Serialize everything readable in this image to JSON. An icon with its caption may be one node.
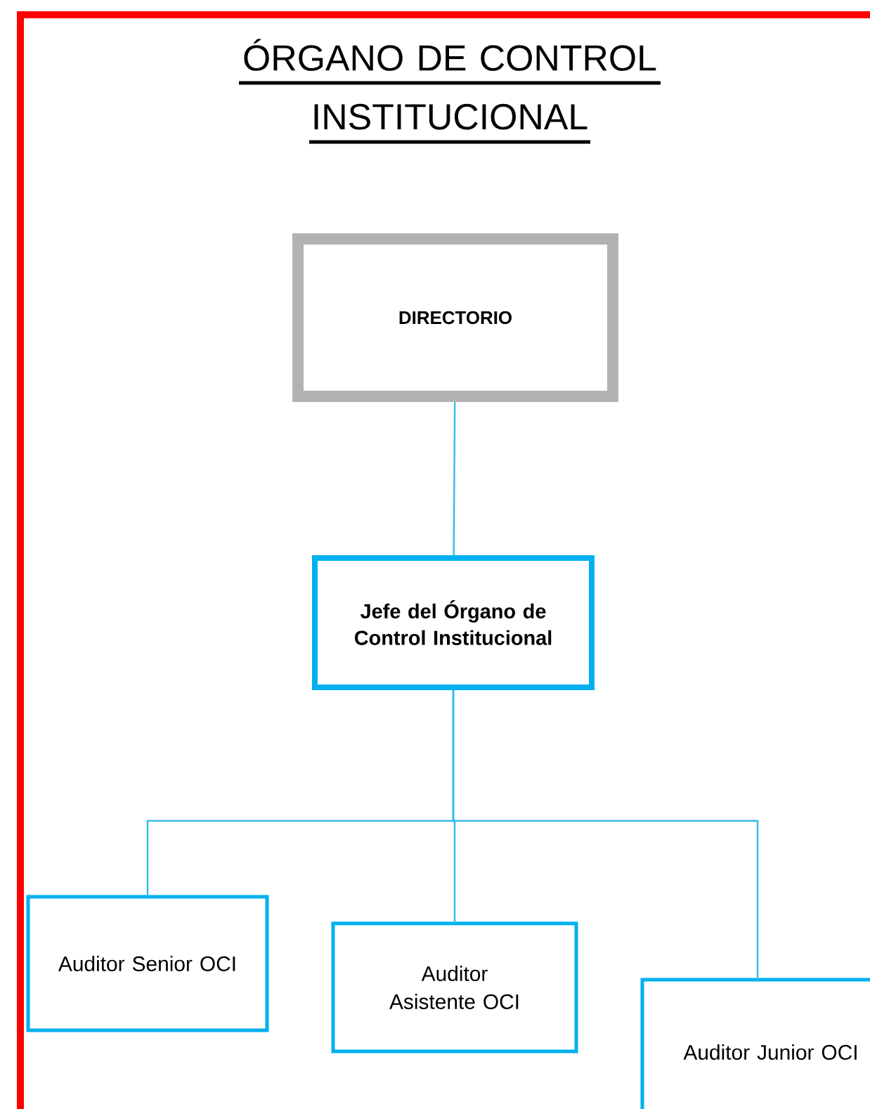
{
  "diagram": {
    "title": "ÓRGANO DE CONTROL INSTITUCIONAL",
    "nodes": [
      {
        "text": [
          "DIRECTORIO"
        ]
      },
      {
        "text": [
          "Jefe del Órgano de Control Institucional"
        ]
      },
      {
        "text": [
          "Auditor Senior OCI"
        ]
      },
      {
        "text": [
          "Auditor Asistente OCI"
        ]
      },
      {
        "text": [
          "Auditor Junior OCI"
        ]
      }
    ],
    "edges": [
      {
        "from": 0,
        "to": 1,
        "arrow": "none"
      },
      {
        "from": 1,
        "to": 2,
        "arrow": "none"
      },
      {
        "from": 1,
        "to": 3,
        "arrow": "none"
      },
      {
        "from": 1,
        "to": 4,
        "arrow": "none"
      }
    ]
  }
}
